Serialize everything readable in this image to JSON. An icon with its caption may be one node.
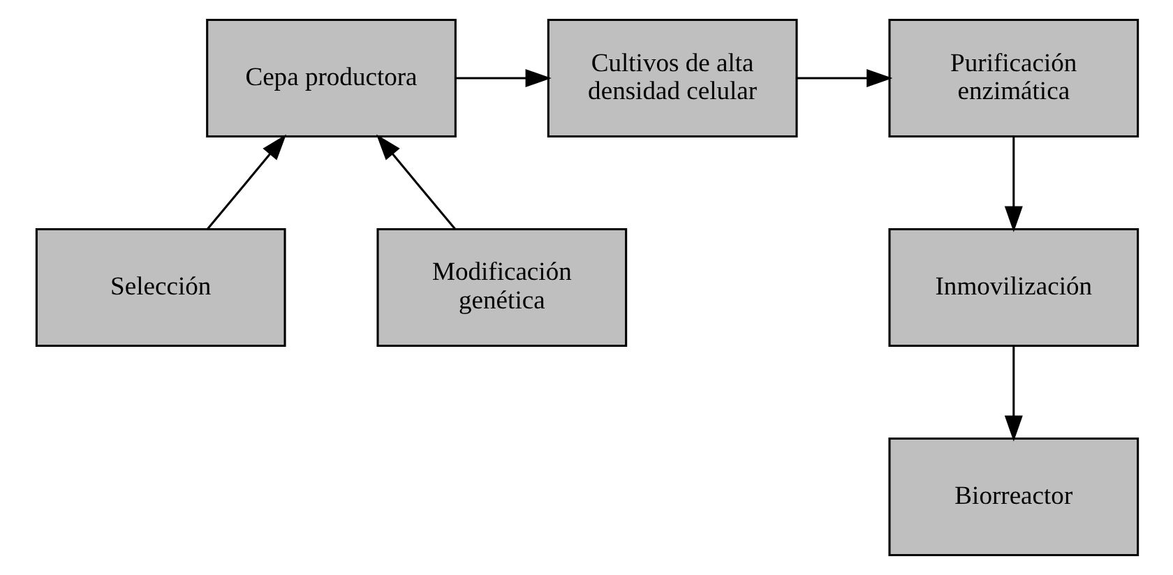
{
  "diagram": {
    "nodes": [
      {
        "text": [
          "Cepa productora"
        ]
      },
      {
        "text": [
          "Cultivos de alta densidad celular"
        ]
      },
      {
        "text": [
          "Purificación enzimática"
        ]
      },
      {
        "text": [
          "Selección"
        ]
      },
      {
        "text": [
          "Modificación genética"
        ]
      },
      {
        "text": [
          "Inmovilización"
        ]
      },
      {
        "text": [
          "Biorreactor"
        ]
      }
    ],
    "edges": [
      {
        "from": 0,
        "to": 1,
        "arrow": "to"
      },
      {
        "from": 1,
        "to": 2,
        "arrow": "to"
      },
      {
        "from": 3,
        "to": 0,
        "arrow": "to"
      },
      {
        "from": 4,
        "to": 0,
        "arrow": "to"
      },
      {
        "from": 2,
        "to": 5,
        "arrow": "to"
      },
      {
        "from": 5,
        "to": 6,
        "arrow": "to"
      }
    ]
  }
}
